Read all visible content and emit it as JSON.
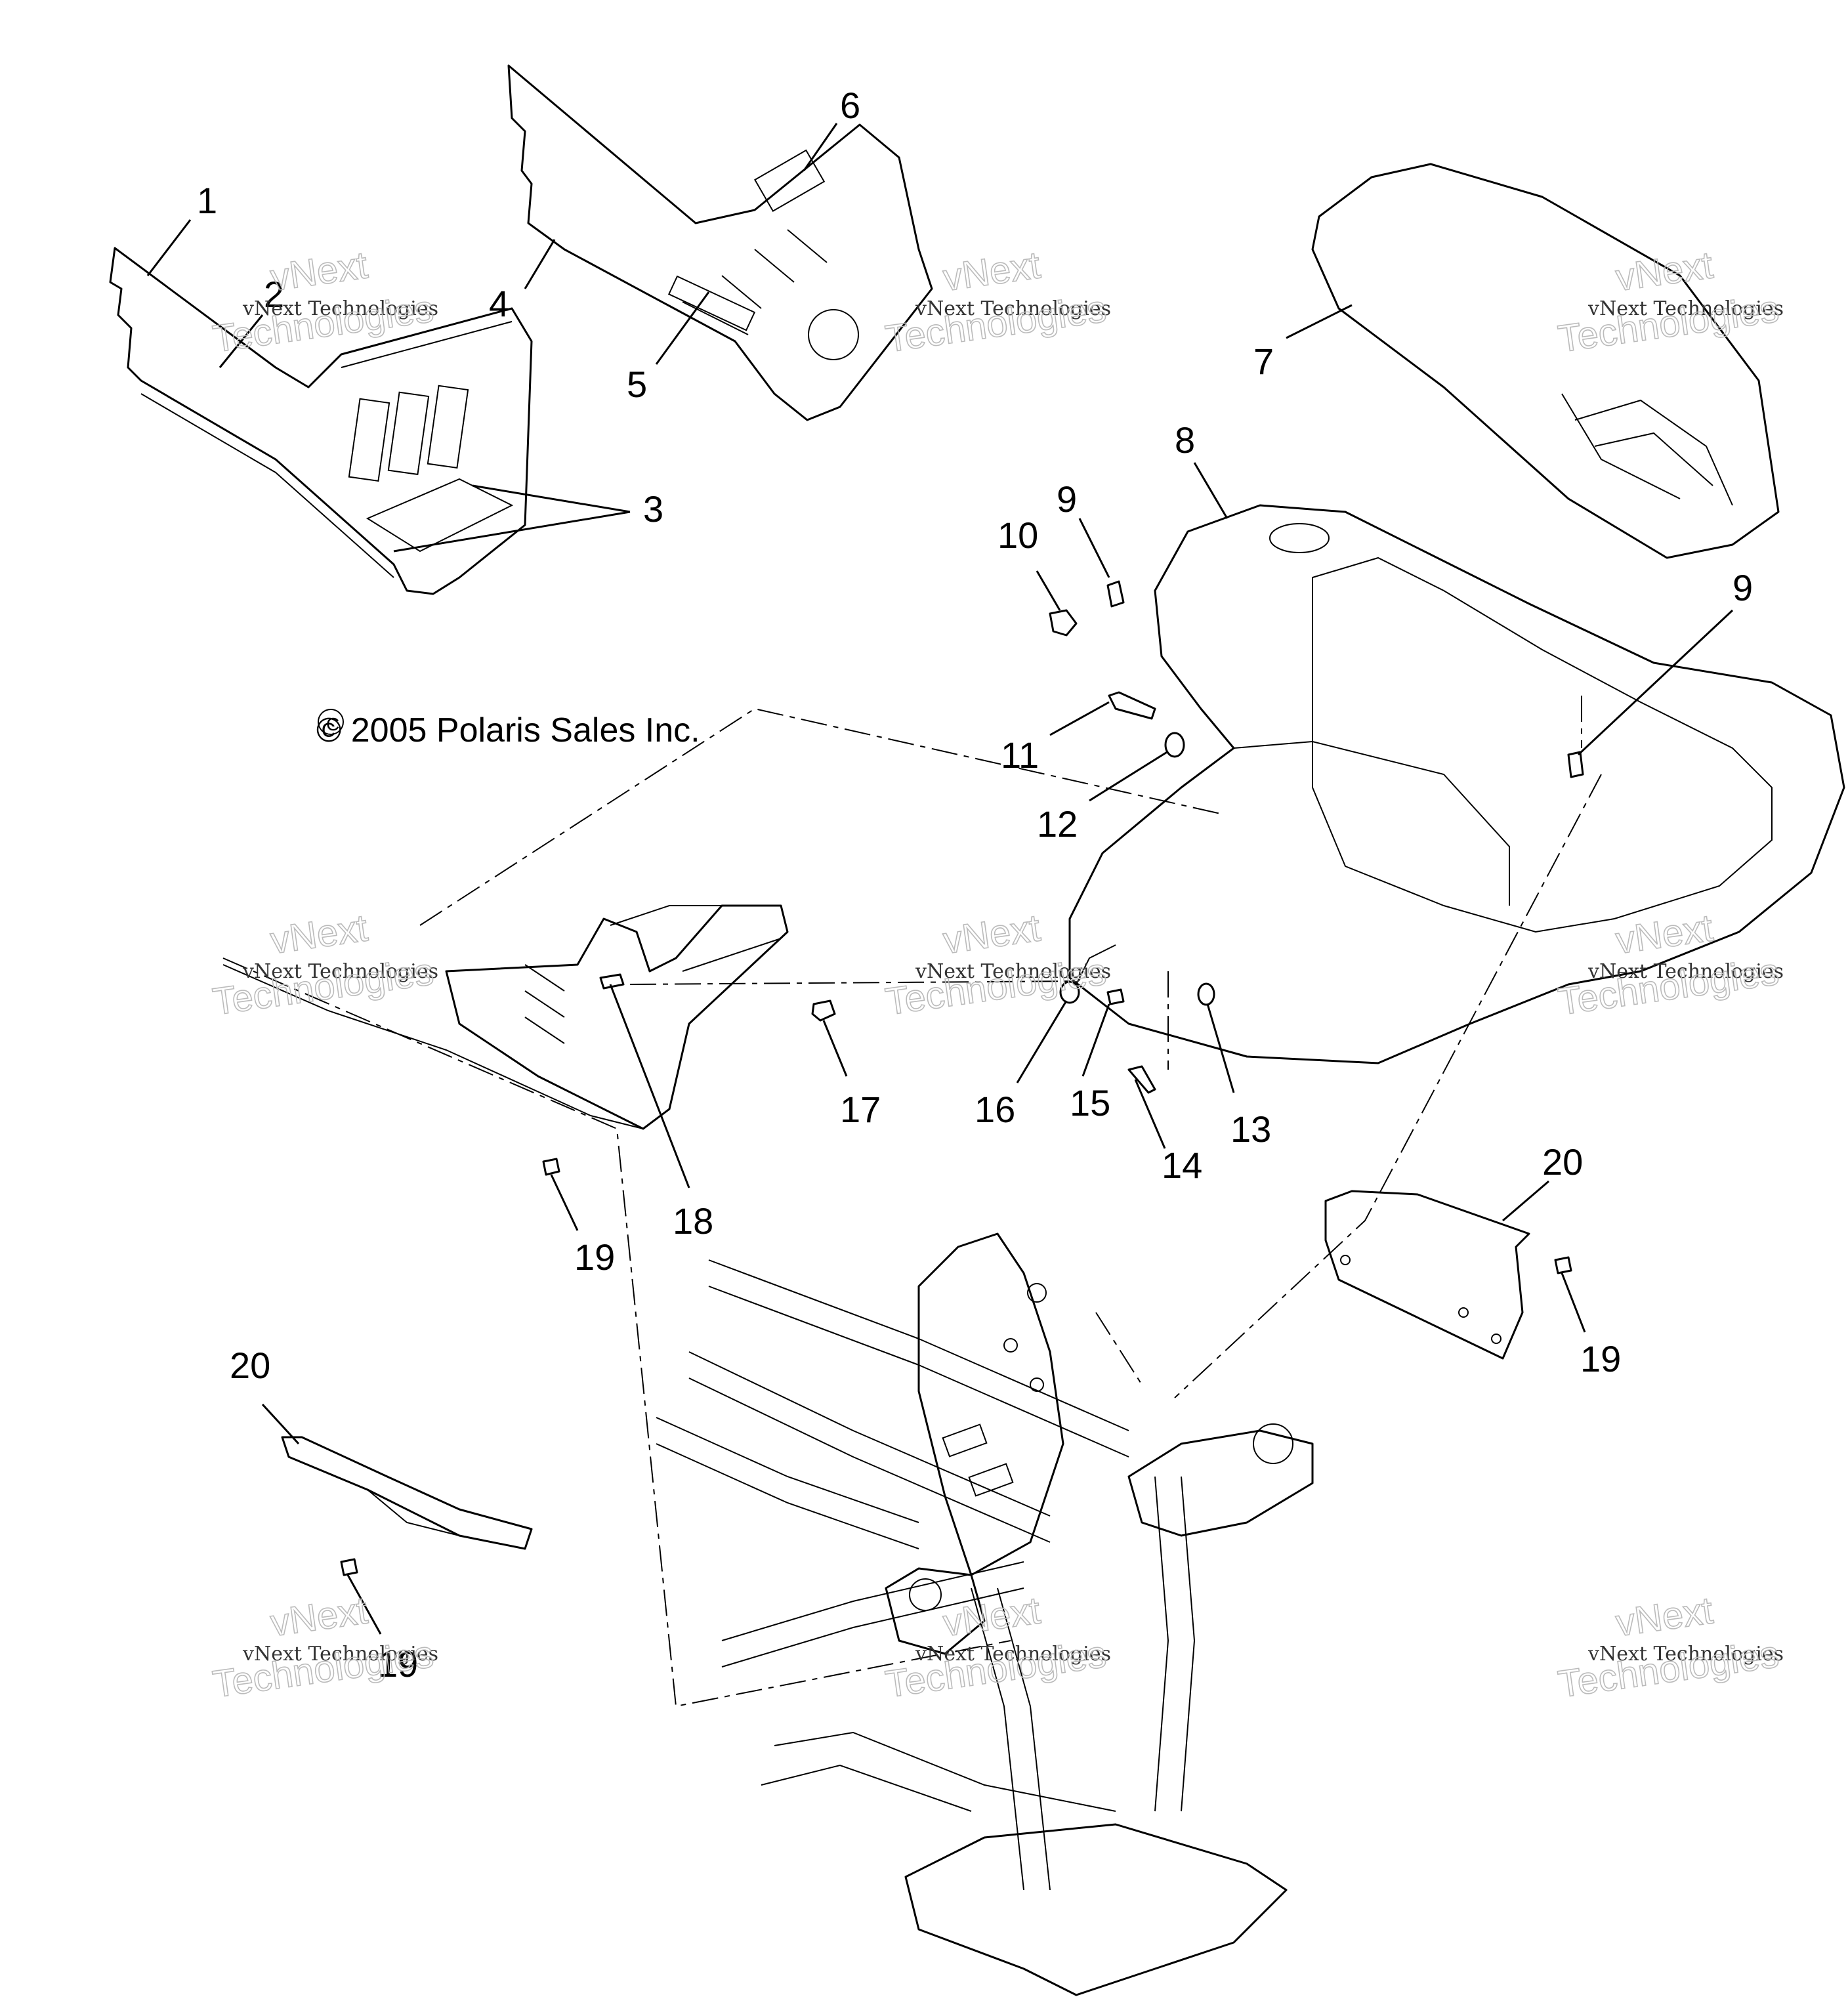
{
  "callouts": {
    "c1": "1",
    "c2": "2",
    "c3": "3",
    "c4": "4",
    "c5": "5",
    "c6": "6",
    "c7": "7",
    "c8": "8",
    "c9a": "9",
    "c9b": "9",
    "c10": "10",
    "c11": "11",
    "c12": "12",
    "c13": "13",
    "c14": "14",
    "c15": "15",
    "c16": "16",
    "c17": "17",
    "c18": "18",
    "c19a": "19",
    "c19b": "19",
    "c19c": "19",
    "c20a": "20",
    "c20b": "20"
  },
  "copyright": "© 2005 Polaris Sales Inc.",
  "watermark": {
    "small": "vNext Technologies",
    "big_line1": "vNext",
    "big_line2": "Technologies"
  }
}
